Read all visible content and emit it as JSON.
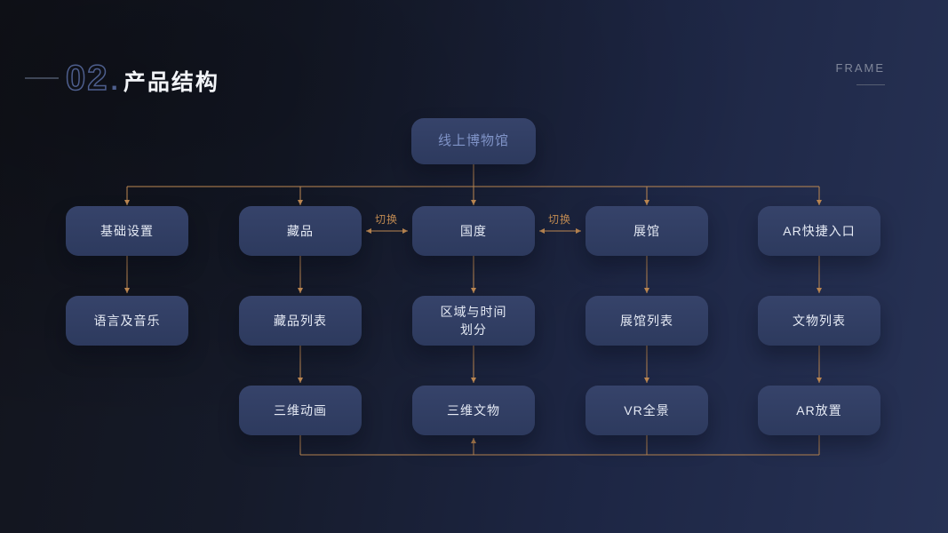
{
  "header": {
    "section_number": "02",
    "section_dot": ".",
    "title": "产品结构",
    "frame_label": "FRAME"
  },
  "diagram": {
    "root": {
      "label": "线上博物馆"
    },
    "row2": [
      {
        "label": "基础设置"
      },
      {
        "label": "藏品"
      },
      {
        "label": "国度"
      },
      {
        "label": "展馆"
      },
      {
        "label": "AR快捷入口"
      }
    ],
    "row3": [
      {
        "label": "语言及音乐"
      },
      {
        "label": "藏品列表"
      },
      {
        "label": "区域与时间\n划分"
      },
      {
        "label": "展馆列表"
      },
      {
        "label": "文物列表"
      }
    ],
    "row4": [
      {
        "label": "三维动画"
      },
      {
        "label": "三维文物"
      },
      {
        "label": "VR全景"
      },
      {
        "label": "AR放置"
      }
    ],
    "switch_labels": [
      {
        "label": "切换"
      },
      {
        "label": "切换"
      }
    ],
    "colors": {
      "arrow_accent": "#bd8852",
      "node_background": "#303d61",
      "root_text": "#8094c8",
      "node_text": "#e6ebf5"
    }
  }
}
